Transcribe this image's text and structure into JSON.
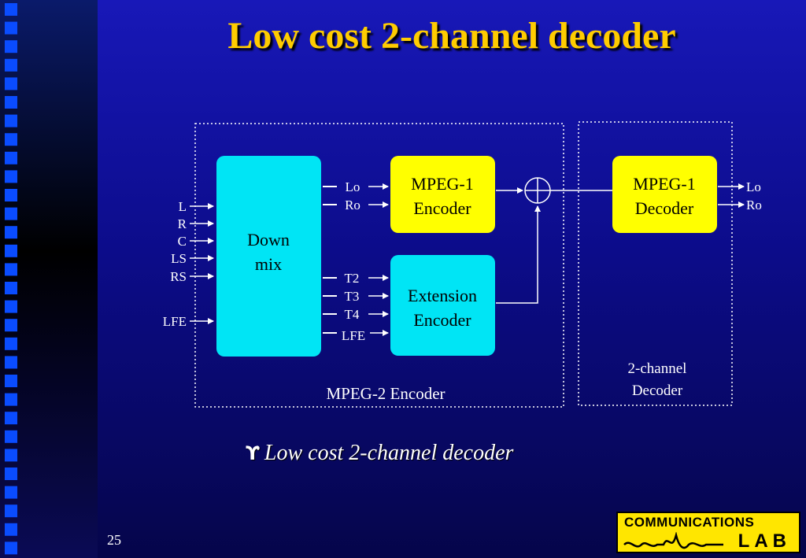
{
  "slide": {
    "title": "Low cost 2-channel decoder",
    "bullet_mark": "ϒ",
    "bullet_text": "Low cost 2-channel decoder",
    "page_number": "25"
  },
  "diagram": {
    "inputs": [
      "L",
      "R",
      "C",
      "LS",
      "RS",
      "LFE"
    ],
    "downmix_lines": [
      "Down",
      "mix"
    ],
    "downmix_outputs_top": [
      "Lo",
      "Ro"
    ],
    "downmix_outputs_bottom": [
      "T2",
      "T3",
      "T4",
      "LFE"
    ],
    "mpeg1_encoder": [
      "MPEG-1",
      "Encoder"
    ],
    "extension_encoder": [
      "Extension",
      "Encoder"
    ],
    "mpeg2_encoder_label": "MPEG-2 Encoder",
    "mpeg1_decoder": [
      "MPEG-1",
      "Decoder"
    ],
    "decoder_outputs": [
      "Lo",
      "Ro"
    ],
    "two_channel_decoder_label": [
      "2-channel",
      "Decoder"
    ]
  },
  "logo": {
    "top_text": "COMMUNICATIONS",
    "bottom_text": "LAB"
  },
  "colors": {
    "title": "#ffcc00",
    "cyan_box": "#00e5f5",
    "yellow_box": "#ffff00",
    "side_squares": "#0a4cff"
  }
}
